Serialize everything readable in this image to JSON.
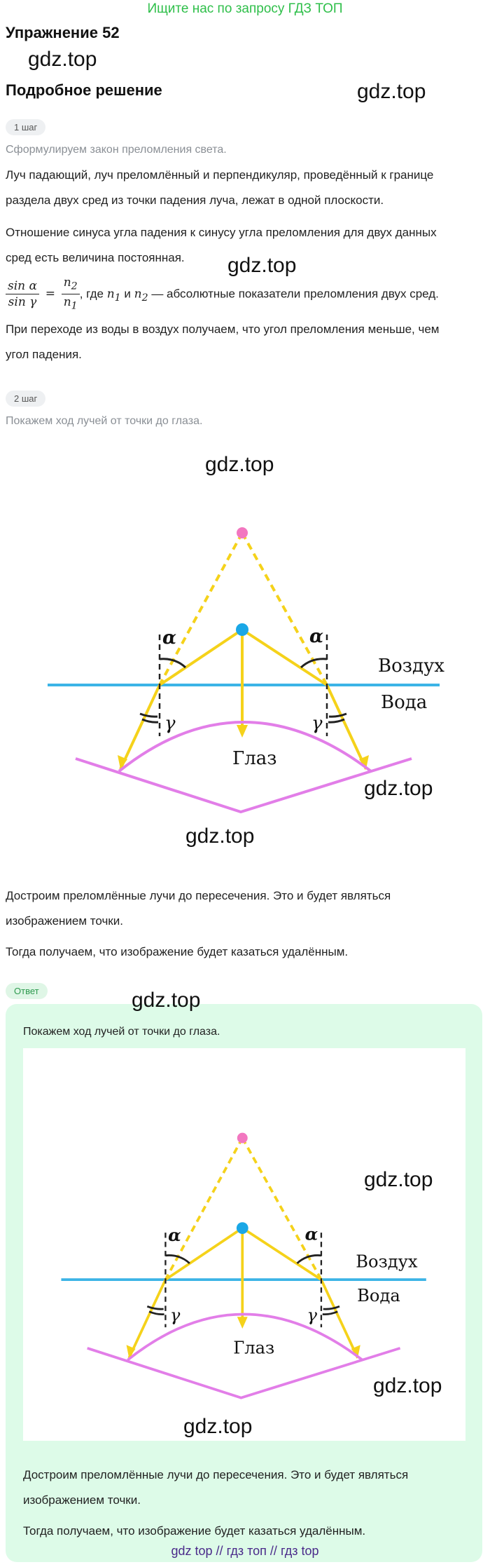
{
  "top_link": "Ищите нас по запросу ГДЗ ТОП",
  "exercise_title": "Упражнение 52",
  "section_title": "Подробное решение",
  "watermark": "gdz.top",
  "step1": {
    "badge": "1 шаг",
    "intro": "Сформулируем закон преломления света.",
    "p1_line1": "Луч падающий, луч преломлённый и перпендикуляр, проведённый к границе",
    "p1_line2": "раздела двух сред из точки падения луча, лежат в одной плоскости.",
    "p2_line1": "Отношение синуса угла падения к синусу угла преломления для двух данных",
    "p2_line2": "сред есть величина постоянная.",
    "formula_num": "sin α",
    "formula_den": "sin γ",
    "formula_eq": "=",
    "ratio_num": "n",
    "ratio_num_sub": "2",
    "ratio_den": "n",
    "ratio_den_sub": "1",
    "formula_tail_1": ", где",
    "n1": "n",
    "n1_sub": "1",
    "and": "и",
    "n2": "n",
    "n2_sub": "2",
    "formula_tail_2": "— абсолютные показатели преломления двух сред.",
    "p3_line1": "При переходе из воды в воздух получаем, что угол преломления меньше, чем",
    "p3_line2": "угол падения."
  },
  "step2": {
    "badge": "2 шаг",
    "intro": "Покажем ход лучей от точки до глаза.",
    "p1_line1": "Достроим преломлённые лучи до пересечения. Это и будет являться",
    "p1_line2": "изображением точки.",
    "p2": "Тогда получаем, что изображение будет казаться удалённым."
  },
  "diagram": {
    "label_air": "Воздух",
    "label_water": "Вода",
    "label_eye": "Глаз",
    "label_alpha": "α",
    "label_gamma": "γ",
    "colors": {
      "interface": "#3cb4e6",
      "ray": "#f5d21a",
      "eye": "#e27ee8",
      "source_point": "#f277c0",
      "object_point": "#1aa7e6",
      "normal": "#222222"
    }
  },
  "answer": {
    "badge": "Ответ",
    "intro": "Покажем ход лучей от точки до глаза.",
    "p1_line1": "Достроим преломлённые лучи до пересечения. Это и будет являться",
    "p1_line2": "изображением точки.",
    "p2": "Тогда получаем, что изображение будет казаться удалённым."
  },
  "footer": {
    "link1": "gdz top",
    "sep": "//",
    "link2": "гдз топ",
    "link3": "гдз top"
  }
}
